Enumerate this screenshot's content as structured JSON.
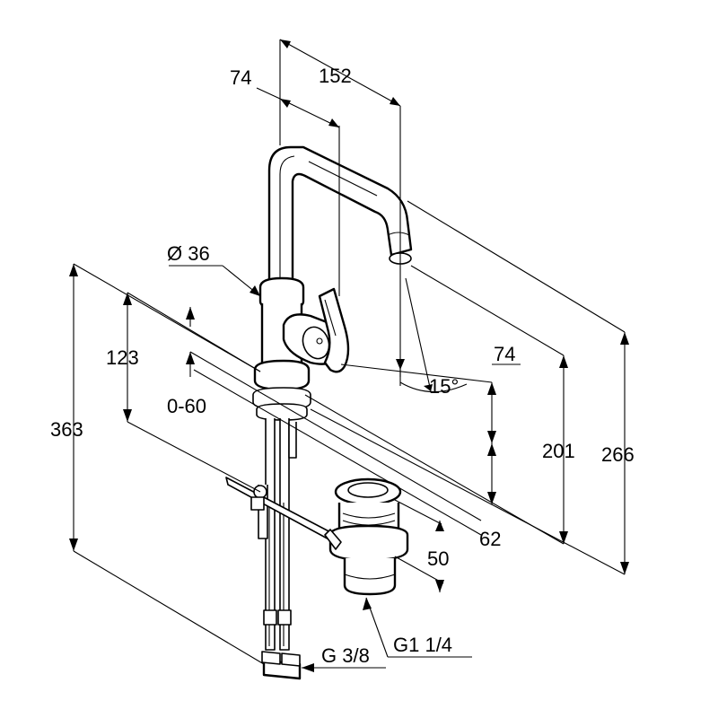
{
  "diagram": {
    "colors": {
      "ink": "#000000",
      "paper": "#ffffff"
    },
    "labels": {
      "spout_reach": "152",
      "spout_offset": "74",
      "body_diameter": "Ø 36",
      "lever_offset": "74",
      "swivel_angle": "15°",
      "waste_stroke": "0-60",
      "spout_height_lever": "123",
      "total_height": "363",
      "outlet_height": "201",
      "top_height": "266",
      "lower_offset": "62",
      "waste_diameter": "50",
      "waste_thread": "G1 1/4",
      "connection_thread": "G 3/8"
    }
  }
}
